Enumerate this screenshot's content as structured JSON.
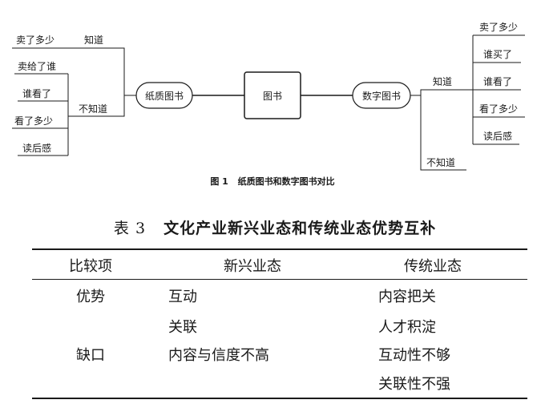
{
  "diagram": {
    "center": "图书",
    "paper": {
      "label": "纸质图书",
      "branch_known": "知道",
      "branch_unknown": "不知道",
      "known_items": [
        "卖了多少"
      ],
      "unknown_items": [
        "卖给了谁",
        "谁看了",
        "看了多少",
        "读后感"
      ]
    },
    "digital": {
      "label": "数字图书",
      "branch_known": "知道",
      "branch_unknown": "不知道",
      "known_items": [
        "卖了多少",
        "谁买了",
        "谁看了",
        "看了多少",
        "读后感"
      ]
    }
  },
  "figure_caption": {
    "number": "图 1",
    "text": "纸质图书和数字图书对比"
  },
  "table": {
    "label": "表 3",
    "title": "文化产业新兴业态和传统业态优势互补",
    "headers": [
      "比较项",
      "新兴业态",
      "传统业态"
    ],
    "rows": [
      [
        "优势",
        "互动",
        "内容把关"
      ],
      [
        "",
        "关联",
        "人才积淀"
      ],
      [
        "缺口",
        "内容与信度不高",
        "互动性不够"
      ],
      [
        "",
        "",
        "关联性不强"
      ]
    ]
  }
}
